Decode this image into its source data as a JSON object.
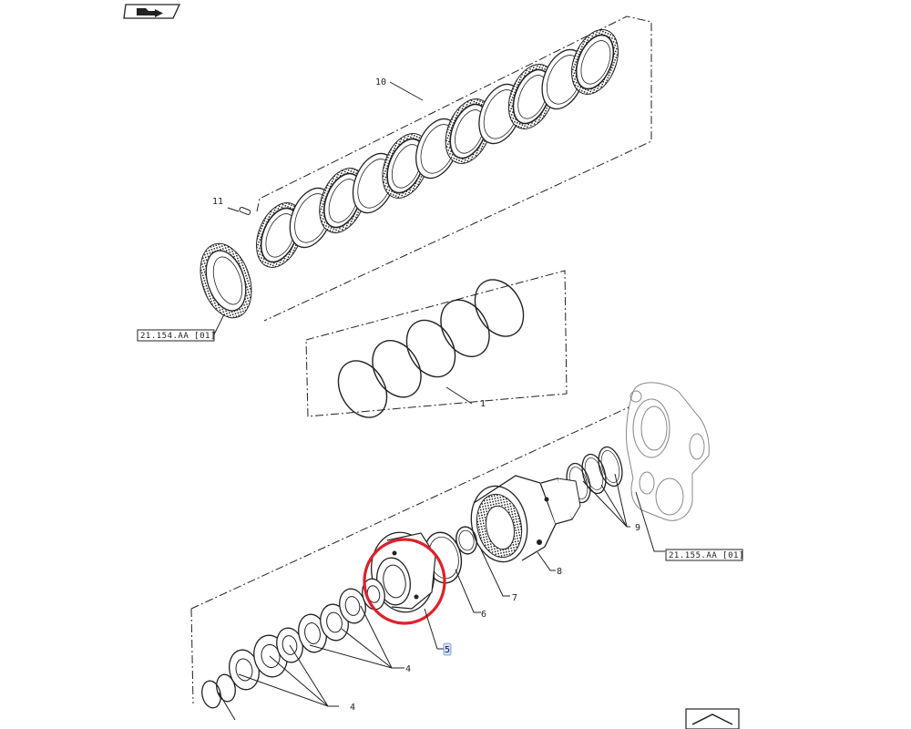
{
  "icons": {
    "top_left": "book-arrow-icon",
    "bottom_right": "page-nav-icon"
  },
  "part_labels": {
    "p1": "1",
    "p4a": "4",
    "p4b": "4",
    "p5": "5",
    "p6": "6",
    "p7": "7",
    "p8": "8",
    "p9": "9",
    "p10": "10",
    "p11": "11"
  },
  "references": {
    "ref_left": "21.154.AA [01]",
    "ref_right": "21.155.AA [01]"
  },
  "colors": {
    "line": "#222222",
    "highlight_circle": "#e0202a",
    "selected_label_bg": "#cfe0ff",
    "selected_label_border": "#6b8fd6"
  }
}
